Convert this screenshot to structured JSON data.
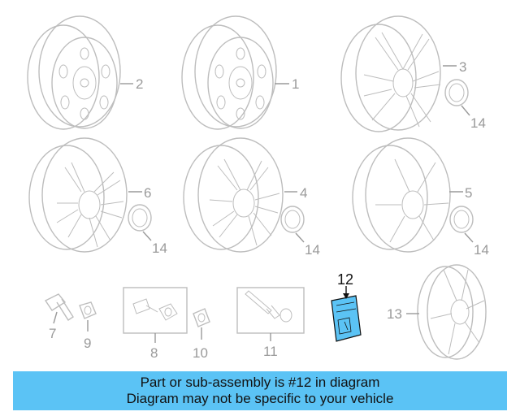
{
  "callouts": {
    "c1": "1",
    "c2": "2",
    "c3": "3",
    "c4": "4",
    "c5": "5",
    "c6": "6",
    "c7": "7",
    "c8": "8",
    "c9": "9",
    "c10": "10",
    "c11": "11",
    "c12": "12",
    "c13": "13",
    "c14a": "14",
    "c14b": "14",
    "c14c": "14",
    "c14d": "14"
  },
  "banner": {
    "line1": "Part or sub-assembly is #12 in diagram",
    "line2": "Diagram may not be specific to your vehicle"
  },
  "colors": {
    "highlight": "#5bc3f5",
    "part_outline": "#bdbdbd",
    "label_gray": "#9a9a9a"
  }
}
